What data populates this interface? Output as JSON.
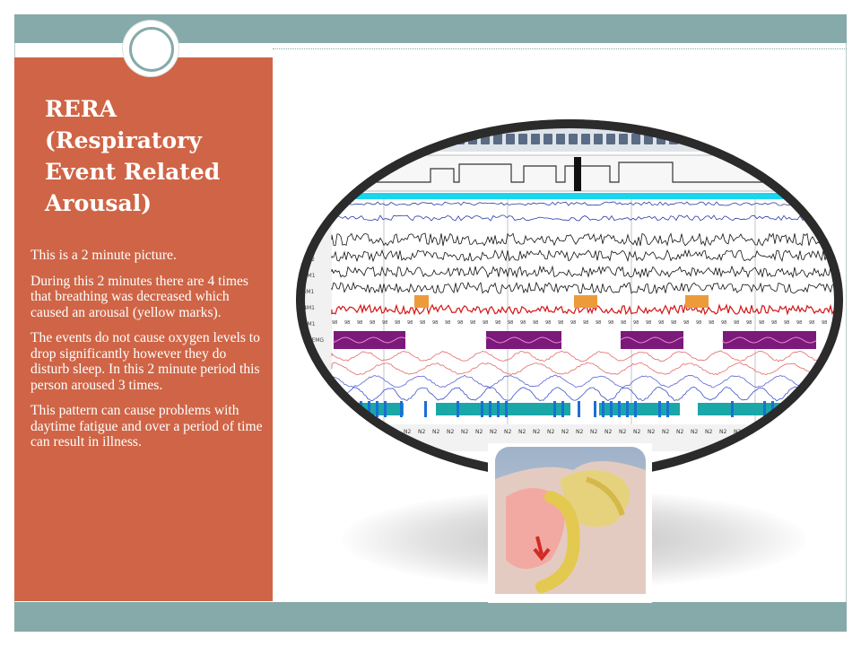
{
  "slide": {
    "title_line1": "RERA",
    "title_line2": "(Respiratory",
    "title_line3": "Event Related",
    "title_line4": "Arousal)",
    "paragraphs": [
      "This is a 2 minute picture.",
      "During this 2 minutes there are 4 times that breathing was decreased which caused an arousal (yellow marks).",
      "The events do not cause oxygen levels to drop significantly however they do disturb sleep.  In this 2 minute period this person aroused 3 times.",
      "This pattern can cause problems with daytime fatigue and over a period of time can result in illness."
    ]
  },
  "colors": {
    "band": "#86aaa9",
    "panel": "#cf6546",
    "text": "#ffffff"
  },
  "images": {
    "polysomnogram": "sleep-study-recording",
    "anatomy": "airway-anatomy-illustration"
  }
}
